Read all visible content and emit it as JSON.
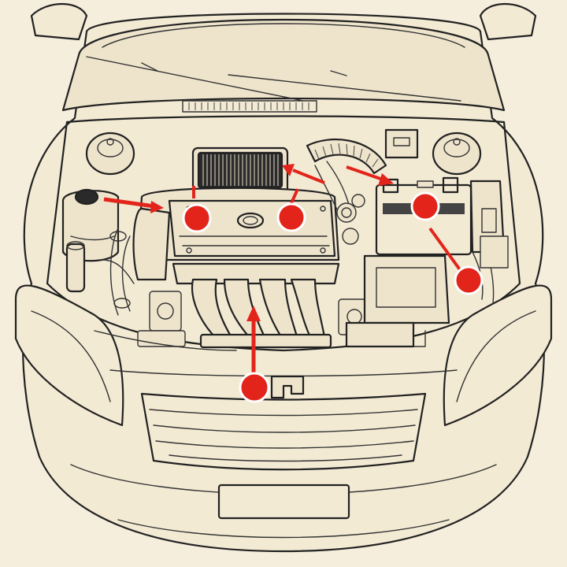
{
  "colors": {
    "background": "#f6eedc",
    "line": "#222222",
    "marker": "#e3241b",
    "marker_ring": "#ffffff",
    "battery": "#2b2b2b",
    "terminal": "#d11f1f"
  },
  "markers": [
    {
      "id": "coolant-reservoir-indicator",
      "icon": "red-dot-arrow"
    },
    {
      "id": "engine-cover-left-indicator",
      "icon": "red-dot"
    },
    {
      "id": "engine-cover-right-indicator",
      "icon": "red-dot"
    },
    {
      "id": "air-filter-indicator",
      "icon": "red-arrow"
    },
    {
      "id": "battery-indicator",
      "icon": "red-dot"
    },
    {
      "id": "fuse-box-indicator",
      "icon": "red-dot"
    },
    {
      "id": "exhaust-manifold-indicator",
      "icon": "red-dot-arrow"
    }
  ]
}
